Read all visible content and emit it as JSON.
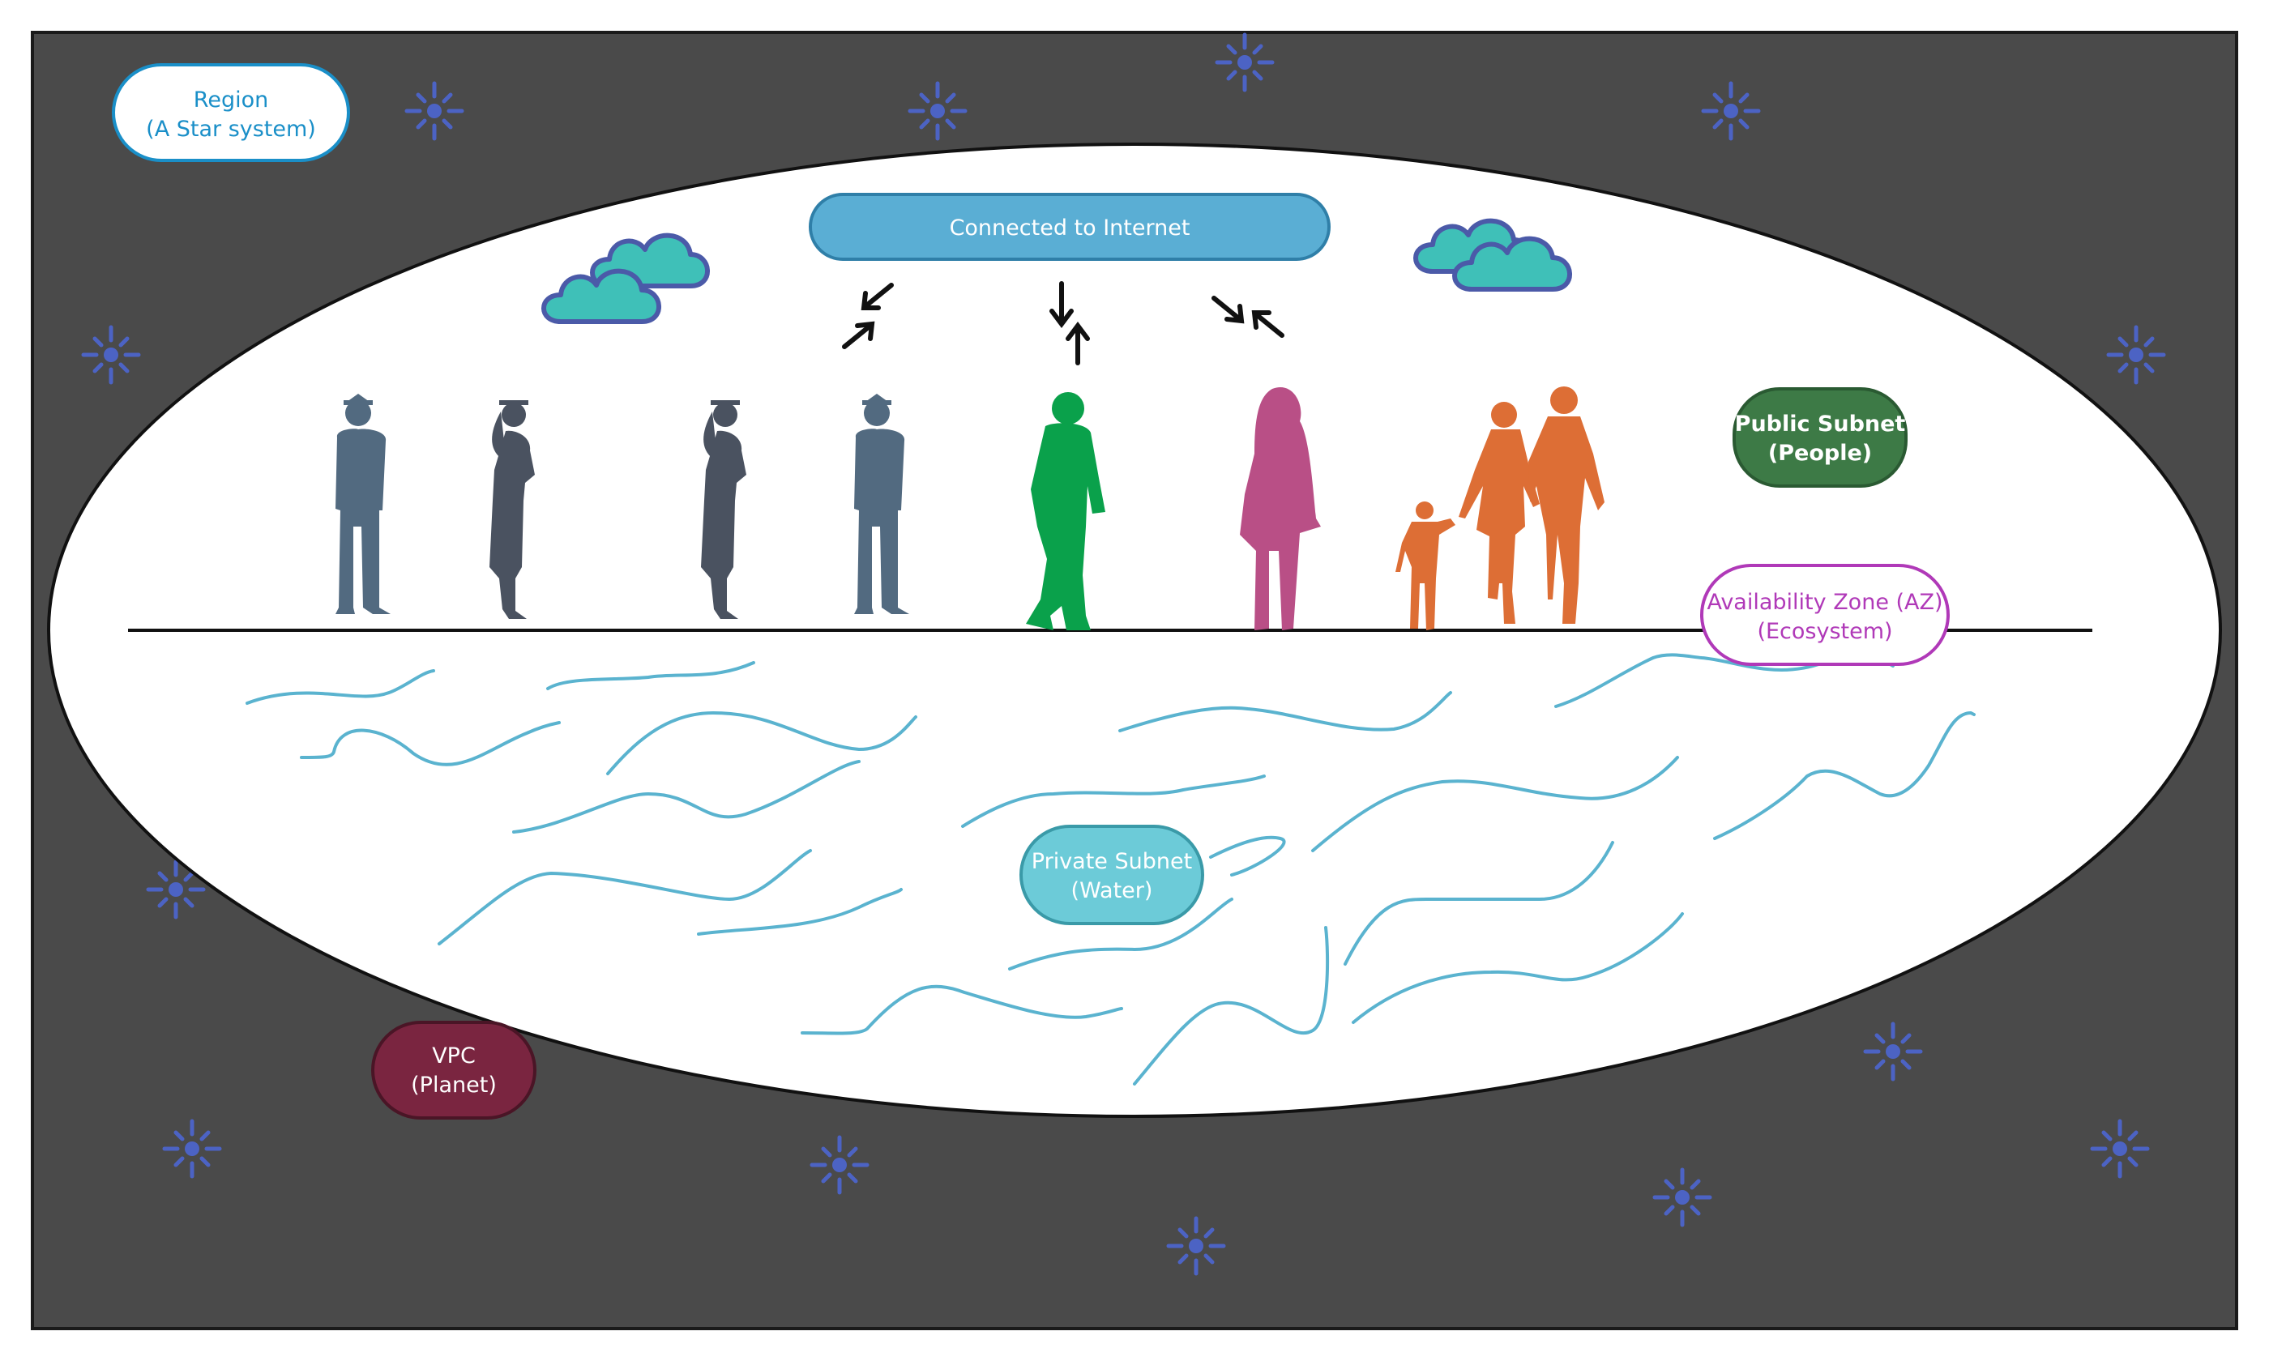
{
  "labels": {
    "region": {
      "line1": "Region",
      "line2": "(A Star system)"
    },
    "internet": "Connected to Internet",
    "public_subnet": {
      "line1": "Public Subnet",
      "line2": "(People)"
    },
    "availability_zone": {
      "line1": "Availability Zone (AZ)",
      "line2": "(Ecosystem)"
    },
    "private_subnet": {
      "line1": "Private Subnet",
      "line2": "(Water)"
    },
    "vpc": {
      "line1": "VPC",
      "line2": "(Planet)"
    }
  },
  "colors": {
    "space": "#4a4a4a",
    "planet_fill": "#ffffff",
    "star": "#4c63c4",
    "region_text": "#1a8fc8",
    "internet_fill": "#5aaed4",
    "public_subnet_fill": "#3d7a46",
    "availability_zone": "#b039b8",
    "private_subnet_fill": "#6ccbd8",
    "vpc_fill": "#7a2540",
    "water_waves": "#5ab3cf",
    "cloud_fill": "#3fc0b8",
    "cloud_stroke": "#4b5aa8",
    "graduates": "#526a80",
    "graduates_dark": "#4a5260",
    "boy": "#0aa14b",
    "girl": "#b94f86",
    "family": "#dd6e35"
  },
  "icons": [
    "star-icon",
    "cloud-icon",
    "arrow-icon",
    "person-silhouette-icon"
  ]
}
